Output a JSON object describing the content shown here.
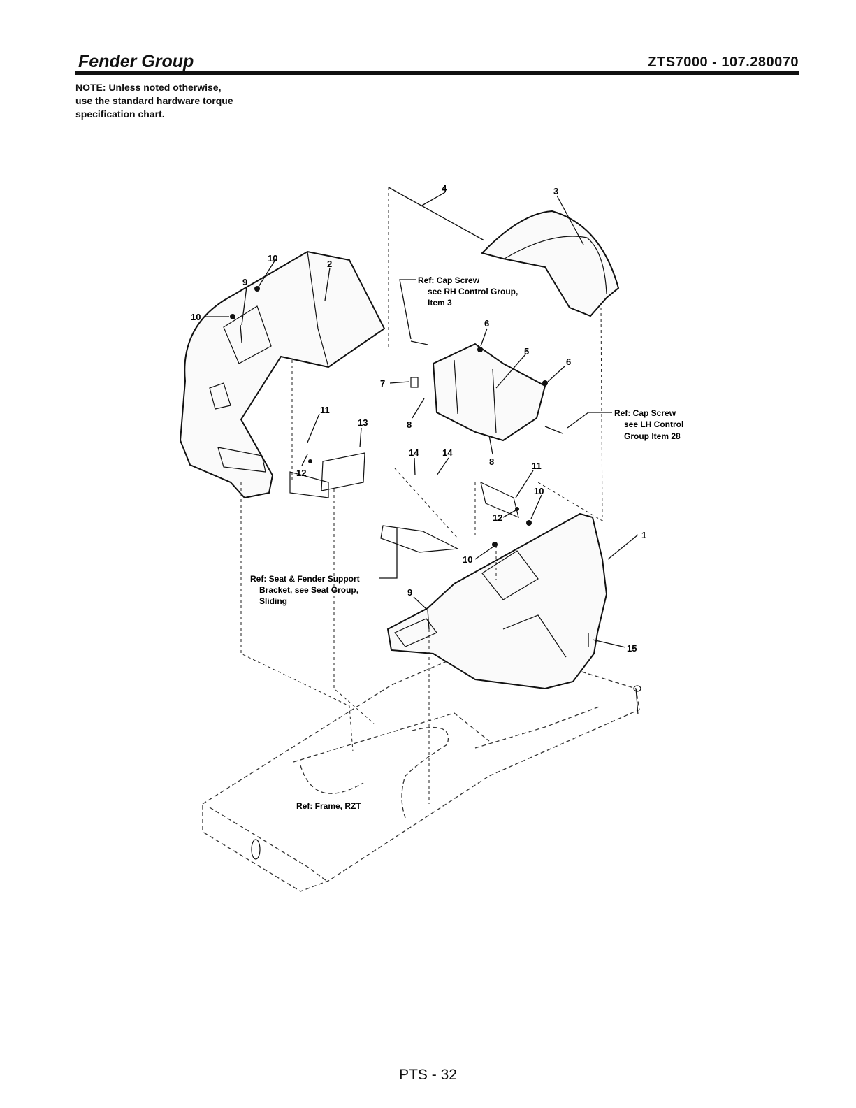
{
  "header": {
    "title": "Fender Group",
    "model": "ZTS7000 - 107.280070"
  },
  "note": {
    "line1": "NOTE: Unless noted otherwise,",
    "line2": "use the standard hardware torque",
    "line3": "specification chart."
  },
  "diagram": {
    "part_numbers": [
      "1",
      "2",
      "3",
      "4",
      "5",
      "6",
      "7",
      "8",
      "9",
      "10",
      "11",
      "12",
      "13",
      "14",
      "15"
    ],
    "references": {
      "rh_cap_screw": [
        "Ref: Cap Screw",
        "see RH Control Group,",
        "Item 3"
      ],
      "lh_cap_screw": [
        "Ref: Cap Screw",
        "see LH Control",
        "Group  Item 28"
      ],
      "seat_bracket": [
        "Ref: Seat & Fender Support",
        "Bracket, see Seat Group,",
        "Sliding"
      ],
      "frame": "Ref: Frame, RZT"
    }
  },
  "footer": {
    "page": "PTS - 32"
  }
}
